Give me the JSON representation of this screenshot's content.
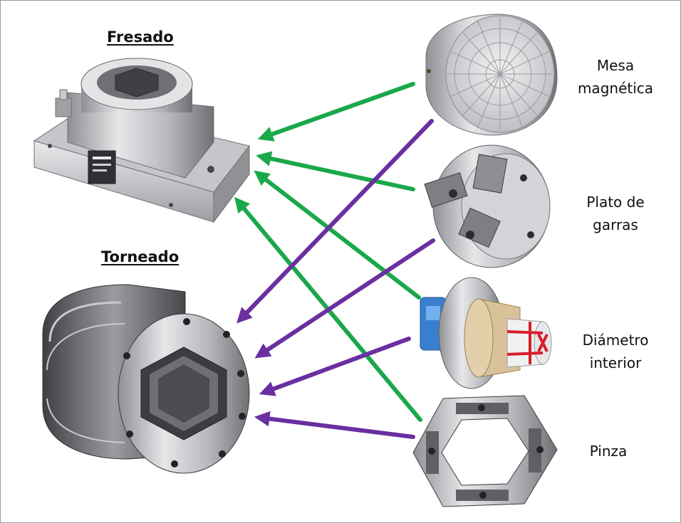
{
  "headings": {
    "milling": "Fresado",
    "turning": "Torneado"
  },
  "accessories": [
    {
      "line1": "Mesa",
      "line2": "magnética",
      "icon": "magnetic-table-icon"
    },
    {
      "line1": "Plato de",
      "line2": "garras",
      "icon": "jaw-chuck-icon"
    },
    {
      "line1": "Diámetro",
      "line2": "interior",
      "icon": "internal-diameter-adapter-icon"
    },
    {
      "line1": "Pinza",
      "line2": "",
      "icon": "collet-icon"
    }
  ],
  "colors": {
    "milling_arrow": "#1aa84a",
    "turning_arrow": "#6a2fa0",
    "metal_light": "#d9dadc",
    "metal_mid": "#a9abaf",
    "metal_dark": "#5a5c60",
    "brass": "#d9c29a",
    "accent_red": "#d81e2b",
    "accent_blue": "#2f7fd0"
  }
}
